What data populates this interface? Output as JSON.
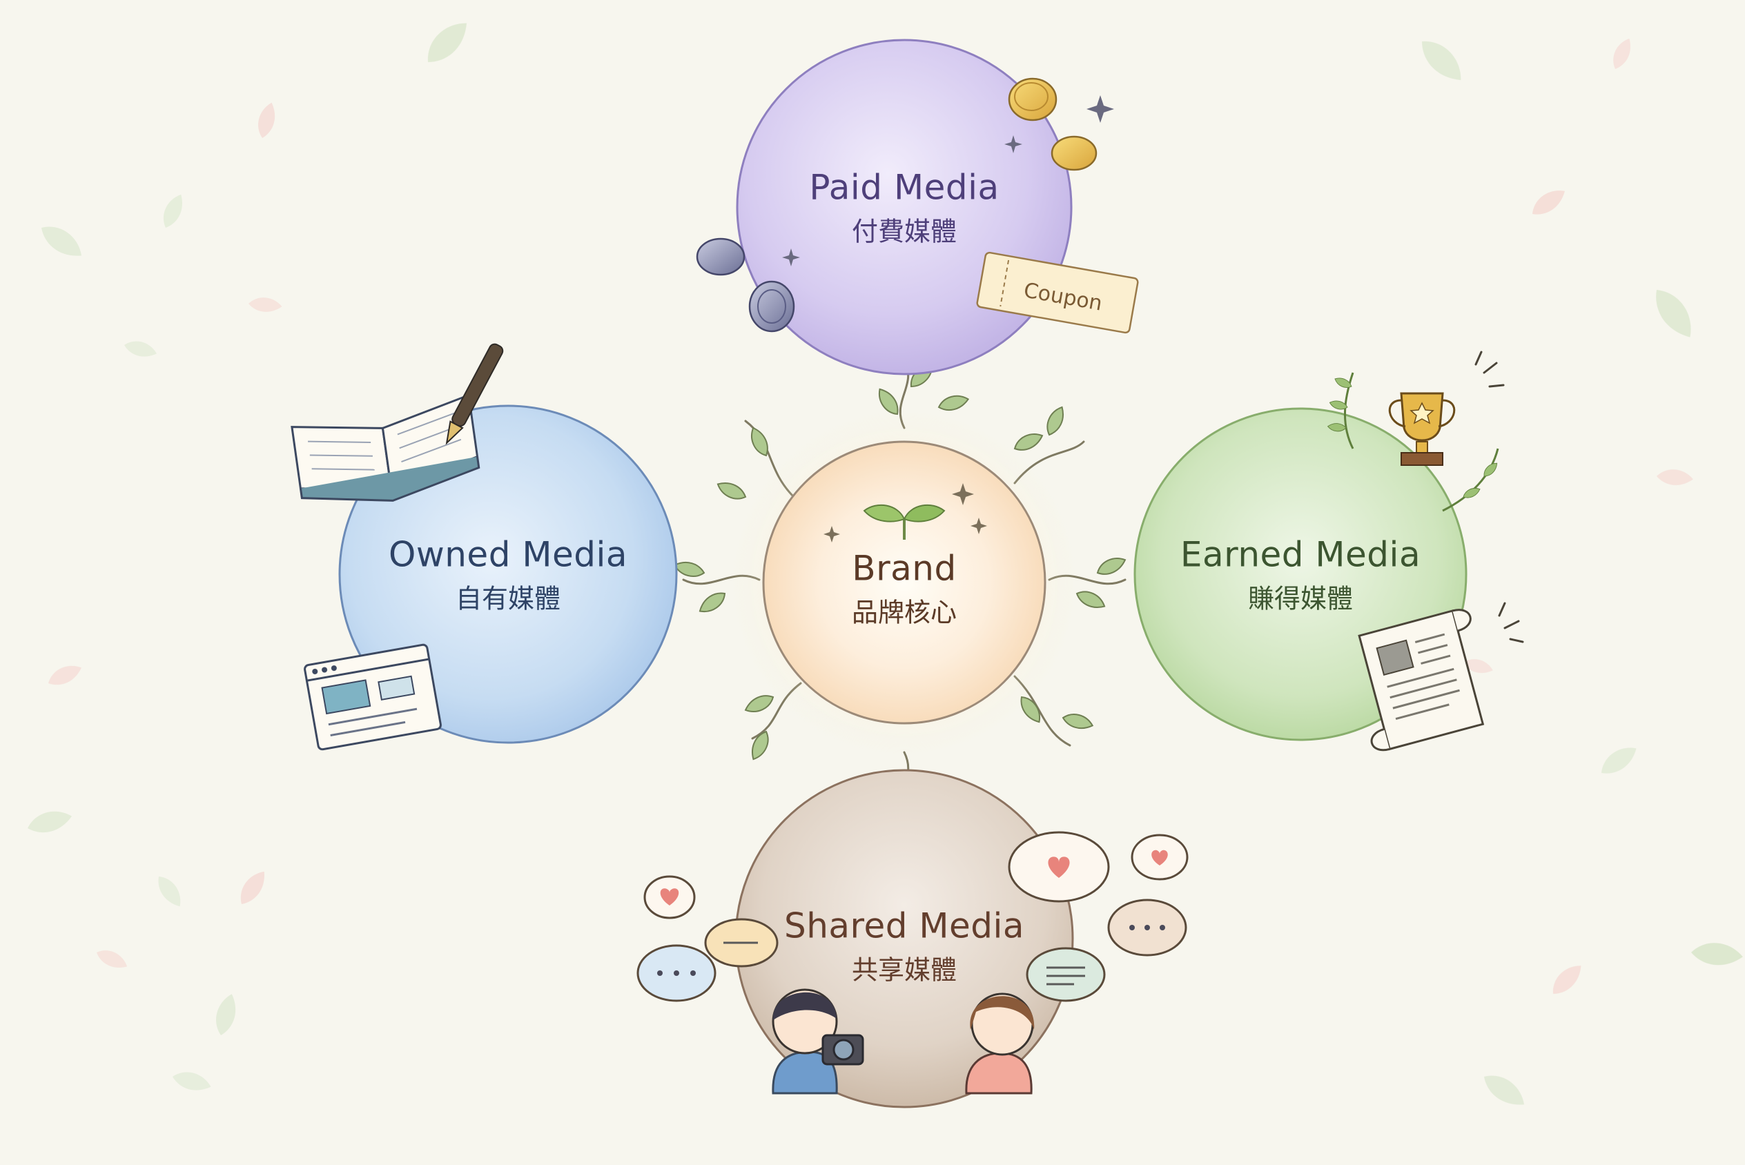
{
  "diagram": {
    "nodes": {
      "paid": {
        "en": "Paid Media",
        "zh": "付費媒體",
        "color": "#c8bfe6"
      },
      "owned": {
        "en": "Owned Media",
        "zh": "自有媒體",
        "color": "#b9d3ec"
      },
      "earned": {
        "en": "Earned Media",
        "zh": "賺得媒體",
        "color": "#c6dfb4"
      },
      "shared": {
        "en": "Shared Media",
        "zh": "共享媒體",
        "color": "#dccfc2"
      },
      "brand": {
        "en": "Brand",
        "zh": "品牌核心",
        "color": "#fbe4c6"
      }
    },
    "coupon_label": "Coupon",
    "decorations": [
      "coin-icon",
      "sparkle-icon",
      "coupon-icon",
      "notebook-icon",
      "pen-icon",
      "browser-window-icon",
      "trophy-icon",
      "laurel-icon",
      "newspaper-icon",
      "speech-bubble-icon",
      "heart-icon",
      "person-icon",
      "camera-icon",
      "sprout-icon",
      "vine-icon",
      "leaf-icon"
    ]
  }
}
